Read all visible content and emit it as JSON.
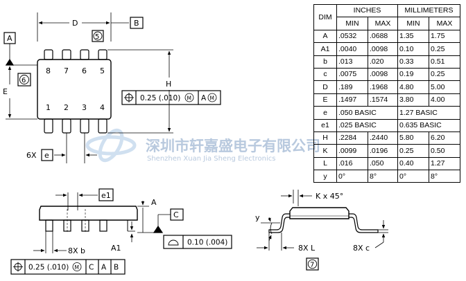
{
  "drawing": {
    "top_view": {
      "dim_D": "D",
      "datum_A": "A",
      "datum_B": "B",
      "note_5": "5",
      "note_6": "6",
      "dim_E": "E",
      "dim_H": "H",
      "pins_top": [
        "8",
        "7",
        "6",
        "5"
      ],
      "pins_bottom": [
        "1",
        "2",
        "3",
        "4"
      ],
      "pos_tol": {
        "symbol": "⌖",
        "value": "0.25 (.010)",
        "modifier": "M",
        "datum": "A",
        "datum_mod": "M"
      },
      "pitch_count": "6X",
      "pitch_label": "e"
    },
    "side_view": {
      "e1_label": "e1",
      "datum_A_label": "A",
      "datum_C": "C",
      "lead_width_label": "8X b",
      "a1_label": "A1",
      "flatness": {
        "symbol": "⌓",
        "value": "0.10 (.004)"
      },
      "bottom_tol": {
        "symbol": "⌖",
        "value": "0.25 (.010)",
        "modifier": "M",
        "datums": [
          "C",
          "A",
          "B"
        ]
      }
    },
    "end_view": {
      "k_label": "K x 45°",
      "y_label": "y",
      "l_label": "8X L",
      "c_label": "8X c",
      "note_7": "7"
    }
  },
  "watermark": {
    "cn": "深圳市轩嘉盛电子有限公司",
    "en": "Shenzhen Xuan Jia Sheng Electronics"
  },
  "dimension_table": {
    "header_dim": "DIM",
    "header_inches": "INCHES",
    "header_mm": "MILLIMETERS",
    "sub": [
      "MIN",
      "MAX",
      "MIN",
      "MAX"
    ],
    "rows": [
      {
        "dim": "A",
        "in_min": ".0532",
        "in_max": ".0688",
        "mm_min": "1.35",
        "mm_max": "1.75"
      },
      {
        "dim": "A1",
        "in_min": ".0040",
        "in_max": ".0098",
        "mm_min": "0.10",
        "mm_max": "0.25"
      },
      {
        "dim": "b",
        "in_min": ".013",
        "in_max": ".020",
        "mm_min": "0.33",
        "mm_max": "0.51"
      },
      {
        "dim": "c",
        "in_min": ".0075",
        "in_max": ".0098",
        "mm_min": "0.19",
        "mm_max": "0.25"
      },
      {
        "dim": "D",
        "in_min": ".189",
        "in_max": ".1968",
        "mm_min": "4.80",
        "mm_max": "5.00"
      },
      {
        "dim": "E",
        "in_min": ".1497",
        "in_max": ".1574",
        "mm_min": "3.80",
        "mm_max": "4.00"
      },
      {
        "dim": "e",
        "in_basic": ".050  BASIC",
        "mm_basic": "1.27  BASIC"
      },
      {
        "dim": "e1",
        "in_basic": ".025  BASIC",
        "mm_basic": "0.635  BASIC"
      },
      {
        "dim": "H",
        "in_min": ".2284",
        "in_max": ".2440",
        "mm_min": "5.80",
        "mm_max": "6.20"
      },
      {
        "dim": "K",
        "in_min": ".0099",
        "in_max": ".0196",
        "mm_min": "0.25",
        "mm_max": "0.50"
      },
      {
        "dim": "L",
        "in_min": ".016",
        "in_max": ".050",
        "mm_min": "0.40",
        "mm_max": "1.27"
      },
      {
        "dim": "y",
        "in_min": "0°",
        "in_max": "8°",
        "mm_min": "0°",
        "mm_max": "8°"
      }
    ]
  }
}
